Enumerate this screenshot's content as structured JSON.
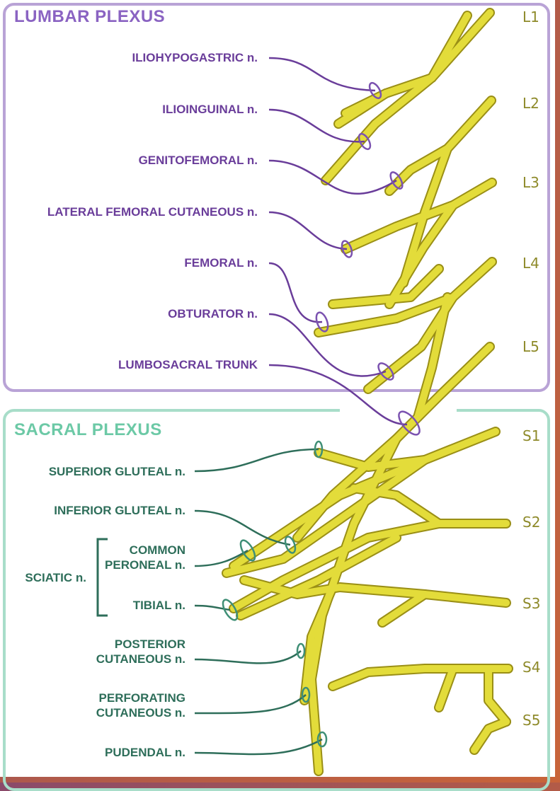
{
  "lumbar_title": "LUMBAR PLEXUS",
  "sacral_title": "SACRAL PLEXUS",
  "levels": [
    "L1",
    "L2",
    "L3",
    "L4",
    "L5",
    "S1",
    "S2",
    "S3",
    "S4",
    "S5"
  ],
  "lumbar_labels": [
    "ILIOHYPOGASTRIC n.",
    "ILIOINGUINAL n.",
    "GENITOFEMORAL n.",
    "LATERAL FEMORAL CUTANEOUS n.",
    "FEMORAL n.",
    "OBTURATOR n.",
    "LUMBOSACRAL TRUNK"
  ],
  "sacral_labels": {
    "superior_gluteal": "SUPERIOR GLUTEAL n.",
    "inferior_gluteal": "INFERIOR GLUTEAL n.",
    "sciatic": "SCIATIC n.",
    "common_peroneal": "COMMON\nPERONEAL n.",
    "tibial": "TIBIAL n.",
    "posterior_cutaneous": "POSTERIOR\nCUTANEOUS n.",
    "perforating_cutaneous": "PERFORATING\nCUTANEOUS n.",
    "pudendal": "PUDENDAL n."
  },
  "colors": {
    "lumbar": "#8a63c2",
    "sacral": "#6cc9a6",
    "nerve": "#e3dc3a",
    "nerve_outline": "#9a8f16"
  }
}
